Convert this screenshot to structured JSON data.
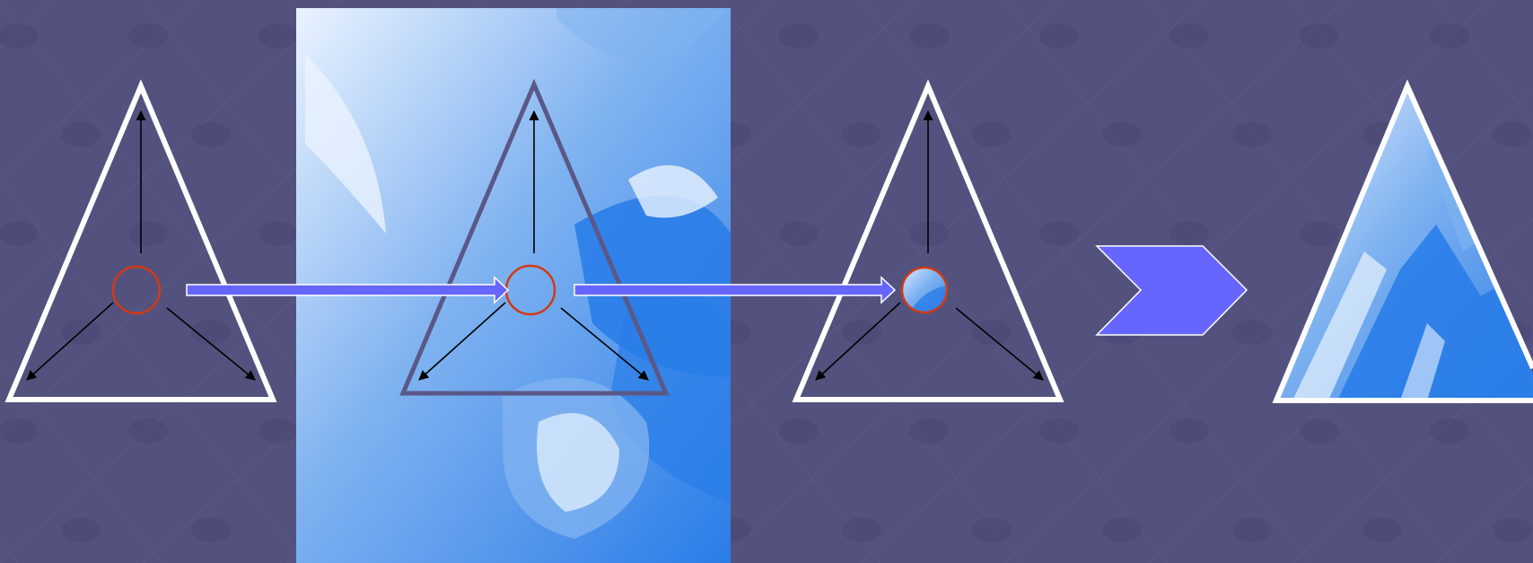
{
  "slide": {
    "background_color": "#53527e",
    "texture_dot_color": "#4a4976",
    "texture_line_color": "#6a6996",
    "outline_color": "#ffffff",
    "inner_triangle_color": "#5a5887",
    "arrow_fill_color": "#6666ff",
    "circle_color": "#d23a14",
    "vector_color": "#000000",
    "photo_light_color": "#eaf3ff",
    "photo_mid_color": "#7fb2f0",
    "photo_dark_color": "#2a7de8"
  },
  "diagram": {
    "steps": [
      {
        "name": "step-1",
        "triangle": "white-outline",
        "circle": "empty"
      },
      {
        "name": "step-2",
        "triangle": "dark-outline-over-photo",
        "circle": "empty"
      },
      {
        "name": "step-3",
        "triangle": "white-outline",
        "circle": "filled-with-photo"
      },
      {
        "name": "step-4",
        "triangle": "filled-with-photo",
        "circle": "none"
      }
    ],
    "connectors": [
      "arrow-1-to-2",
      "arrow-2-to-3",
      "chevron-3-to-4"
    ]
  }
}
